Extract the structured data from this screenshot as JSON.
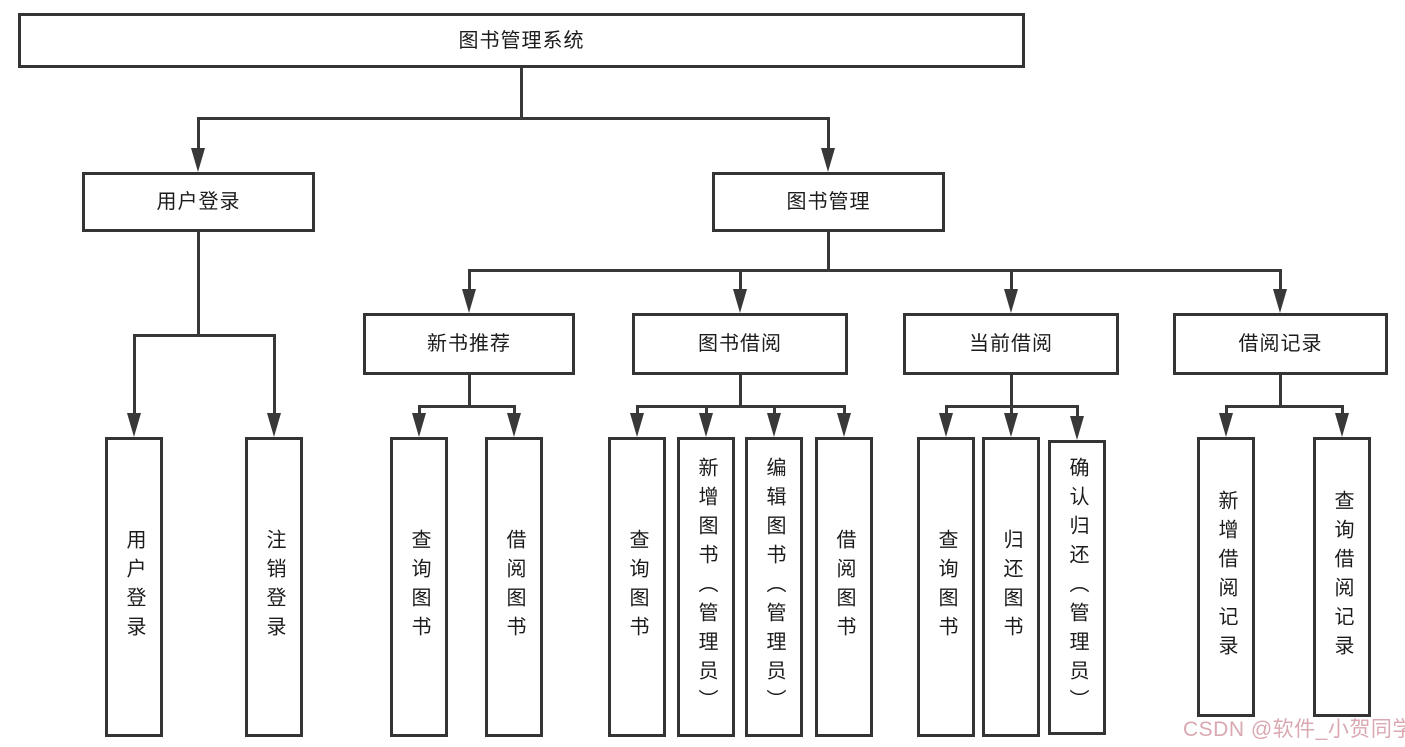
{
  "watermark": "CSDN @软件_小贺同学",
  "colors": {
    "line": "#383838",
    "border": "#343434",
    "text": "#1c1c1c",
    "watermark": "#d39aa3",
    "background": "#ffffff"
  },
  "nodes": {
    "root": "图书管理系统",
    "login": "用户登录",
    "mgmt": "图书管理",
    "login_children": [
      "用户登录",
      "注销登录"
    ],
    "l3": [
      "新书推荐",
      "图书借阅",
      "当前借阅",
      "借阅记录"
    ],
    "newbook_children": [
      "查询图书",
      "借阅图书"
    ],
    "borrow_children": [
      "查询图书",
      "新增图书（管理员）",
      "编辑图书（管理员）",
      "借阅图书"
    ],
    "current_children": [
      "查询图书",
      "归还图书",
      "确认归还（管理员）"
    ],
    "record_children": [
      "新增借阅记录",
      "查询借阅记录"
    ]
  }
}
